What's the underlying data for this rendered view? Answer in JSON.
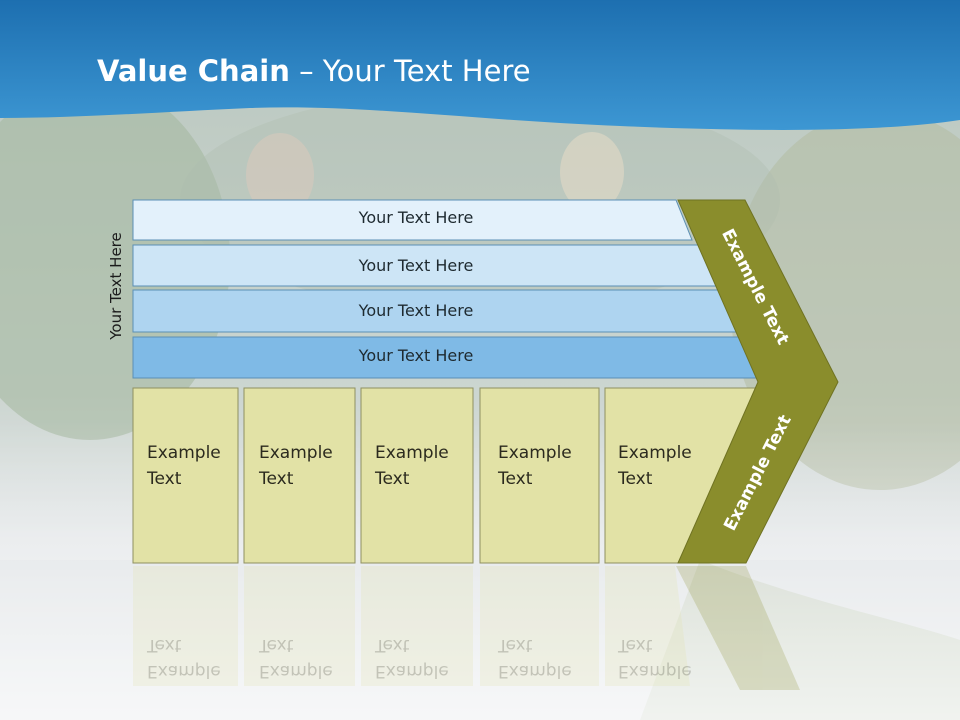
{
  "slide": {
    "title_bold": "Value Chain",
    "title_rest": " – Your Text Here",
    "side_label": "Your Text Here",
    "rows": [
      "Your Text Here",
      "Your Text Here",
      "Your Text Here",
      "Your Text Here"
    ],
    "boxes": [
      {
        "line1": "Example",
        "line2": "Text"
      },
      {
        "line1": "Example",
        "line2": "Text"
      },
      {
        "line1": "Example",
        "line2": "Text"
      },
      {
        "line1": "Example",
        "line2": "Text"
      },
      {
        "line1": "Example",
        "line2": "Text"
      }
    ],
    "chevron_top": "Example Text",
    "chevron_bottom": "Example Text"
  },
  "colors": {
    "header_blue": "#2f86c6",
    "row_1": "#e3f1fb",
    "row_2": "#cde5f6",
    "row_3": "#aed4f0",
    "row_4": "#7fbae6",
    "box_fill": "#e2e2a6",
    "chevron_olive": "#8a8d2c"
  }
}
